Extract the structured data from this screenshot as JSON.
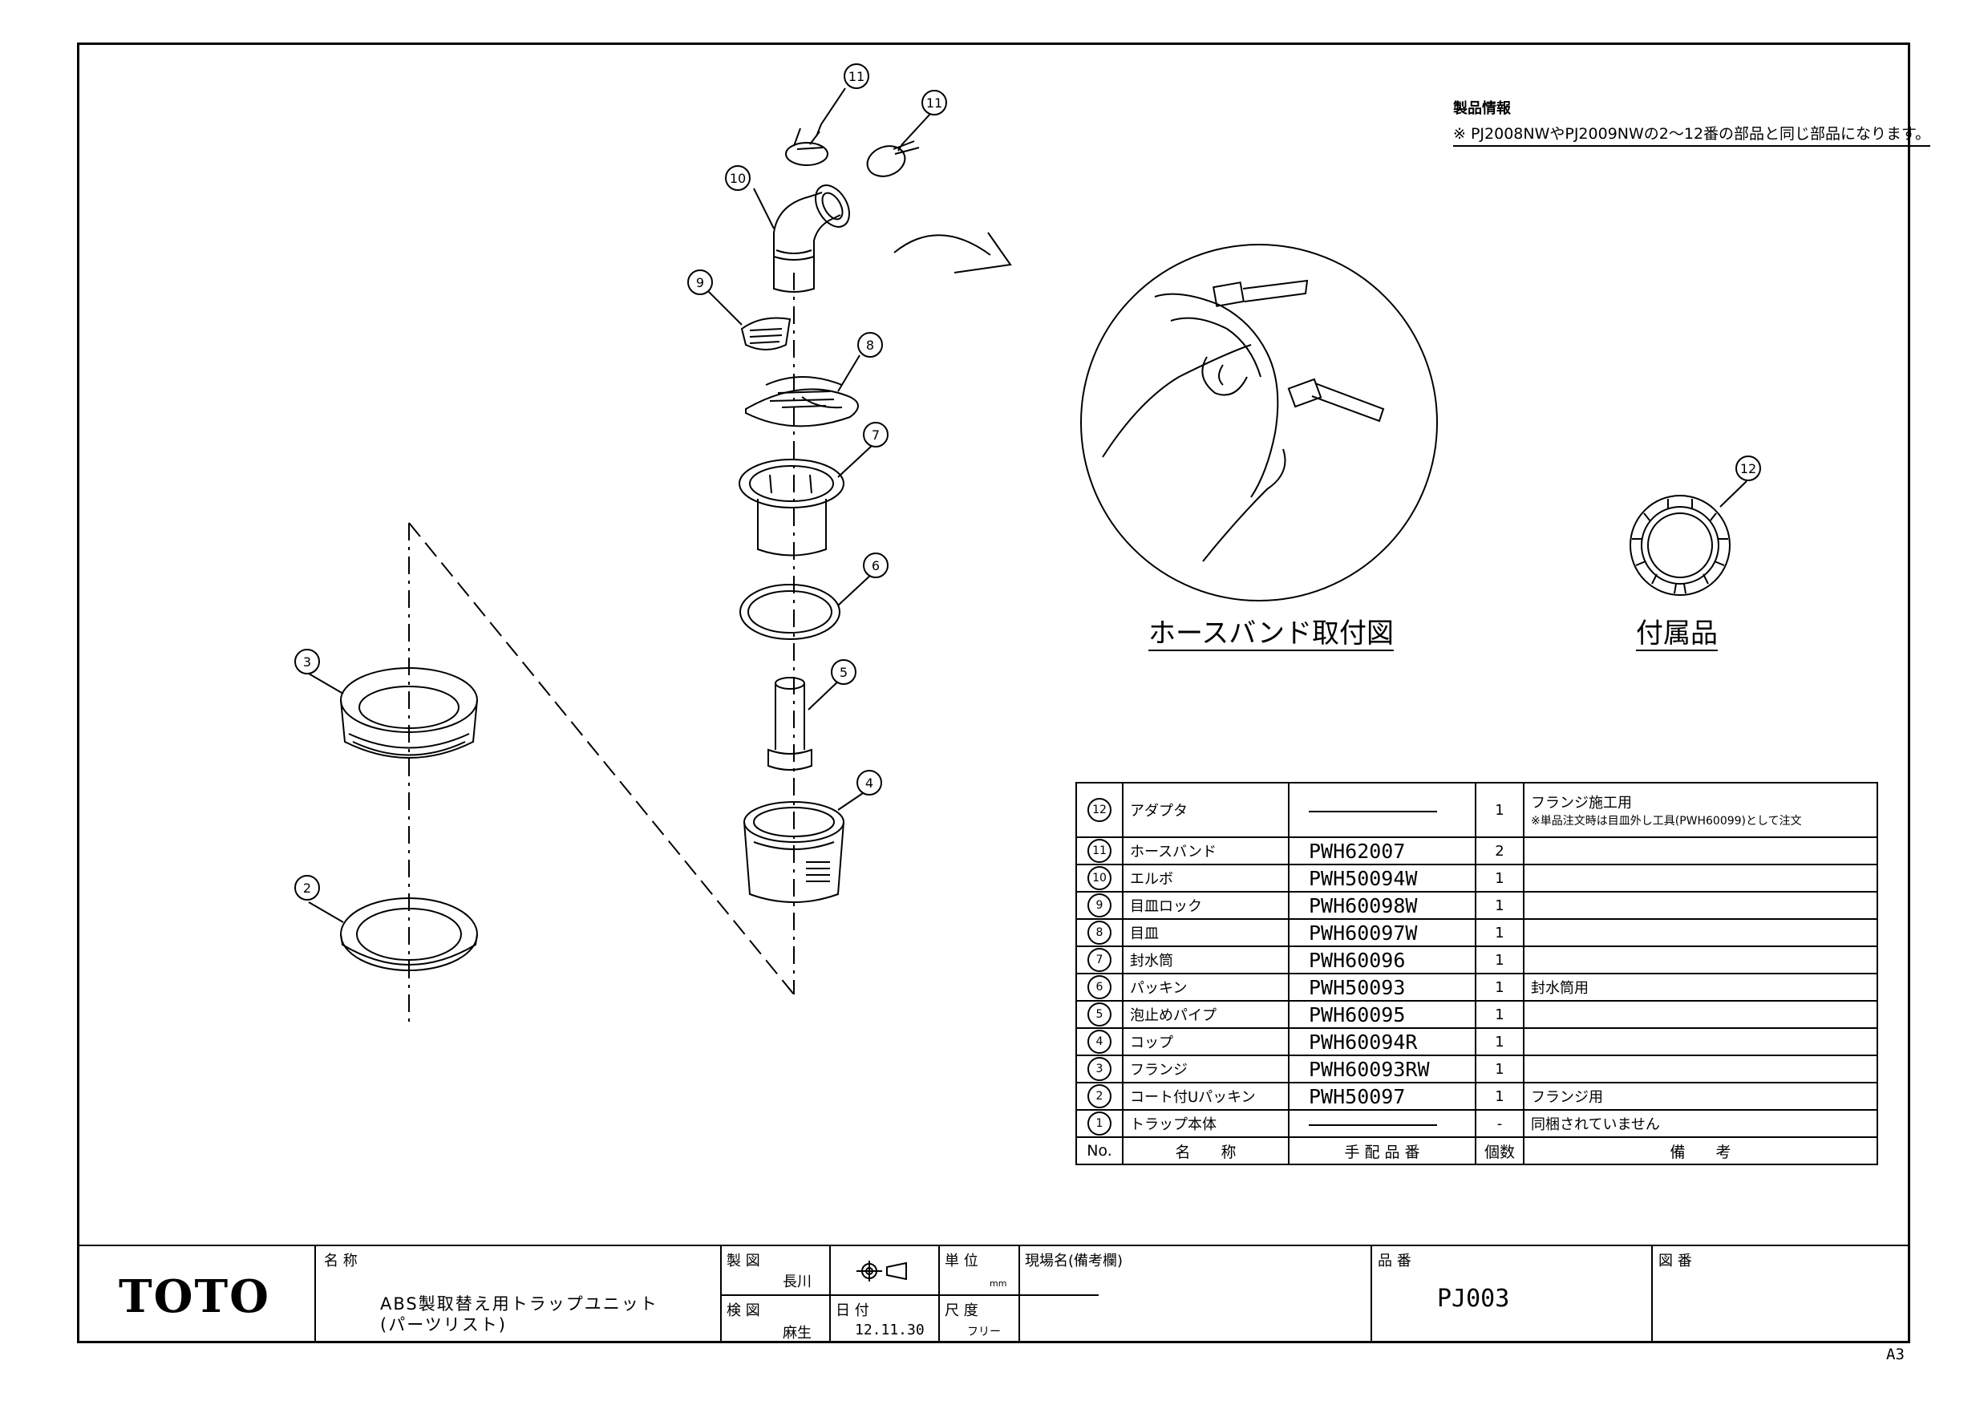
{
  "product_info": {
    "title": "製品情報",
    "note": "※ PJ2008NWやPJ2009NWの2～12番の部品と同じ部品になります。"
  },
  "captions": {
    "hose_band": "ホースバンド取付図",
    "accessory": "付属品"
  },
  "callouts": [
    "①",
    "②",
    "③",
    "④",
    "⑤",
    "⑥",
    "⑦",
    "⑧",
    "⑨",
    "⑩",
    "⑪",
    "⑫"
  ],
  "callout_nums": {
    "n2": "2",
    "n3": "3",
    "n4": "4",
    "n5": "5",
    "n6": "6",
    "n7": "7",
    "n8": "8",
    "n9": "9",
    "n10": "10",
    "n11": "11",
    "n12": "12"
  },
  "parts": [
    {
      "no": "12",
      "name": "アダプタ",
      "part": "",
      "qty": "1",
      "remark": "フランジ施工用",
      "remark2": "※単品注文時は目皿外し工具(PWH60099)として注文"
    },
    {
      "no": "11",
      "name": "ホースバンド",
      "part": "PWH62007",
      "qty": "2",
      "remark": ""
    },
    {
      "no": "10",
      "name": "エルボ",
      "part": "PWH50094W",
      "qty": "1",
      "remark": ""
    },
    {
      "no": "9",
      "name": "目皿ロック",
      "part": "PWH60098W",
      "qty": "1",
      "remark": ""
    },
    {
      "no": "8",
      "name": "目皿",
      "part": "PWH60097W",
      "qty": "1",
      "remark": ""
    },
    {
      "no": "7",
      "name": "封水筒",
      "part": "PWH60096",
      "qty": "1",
      "remark": ""
    },
    {
      "no": "6",
      "name": "パッキン",
      "part": "PWH50093",
      "qty": "1",
      "remark": "封水筒用"
    },
    {
      "no": "5",
      "name": "泡止めパイプ",
      "part": "PWH60095",
      "qty": "1",
      "remark": ""
    },
    {
      "no": "4",
      "name": "コップ",
      "part": "PWH60094R",
      "qty": "1",
      "remark": ""
    },
    {
      "no": "3",
      "name": "フランジ",
      "part": "PWH60093RW",
      "qty": "1",
      "remark": ""
    },
    {
      "no": "2",
      "name": "コート付Uパッキン",
      "part": "PWH50097",
      "qty": "1",
      "remark": "フランジ用"
    },
    {
      "no": "1",
      "name": "トラップ本体",
      "part": "",
      "qty": "-",
      "remark": "同梱されていません"
    }
  ],
  "table_header": {
    "no": "No.",
    "name": "名　　称",
    "part": "手 配 品 番",
    "qty": "個数",
    "remark": "備　　考"
  },
  "title_block": {
    "logo": "TOTO",
    "name_label": "名 称",
    "name_line1": "ABS製取替え用トラップユニット",
    "name_line2": "(パーツリスト)",
    "drawn_label": "製 図",
    "drawn_by": "長川",
    "checked_label": "検 図",
    "checked_by": "麻生",
    "date_label": "日 付",
    "date": "12.11.30",
    "unit_label": "単 位",
    "unit": "mm",
    "scale_label": "尺 度",
    "scale": "フリー",
    "site_label": "現場名(備考欄)",
    "part_no_label": "品 番",
    "part_no": "PJ003",
    "drawing_no_label": "図 番",
    "sheet_size": "A3"
  }
}
